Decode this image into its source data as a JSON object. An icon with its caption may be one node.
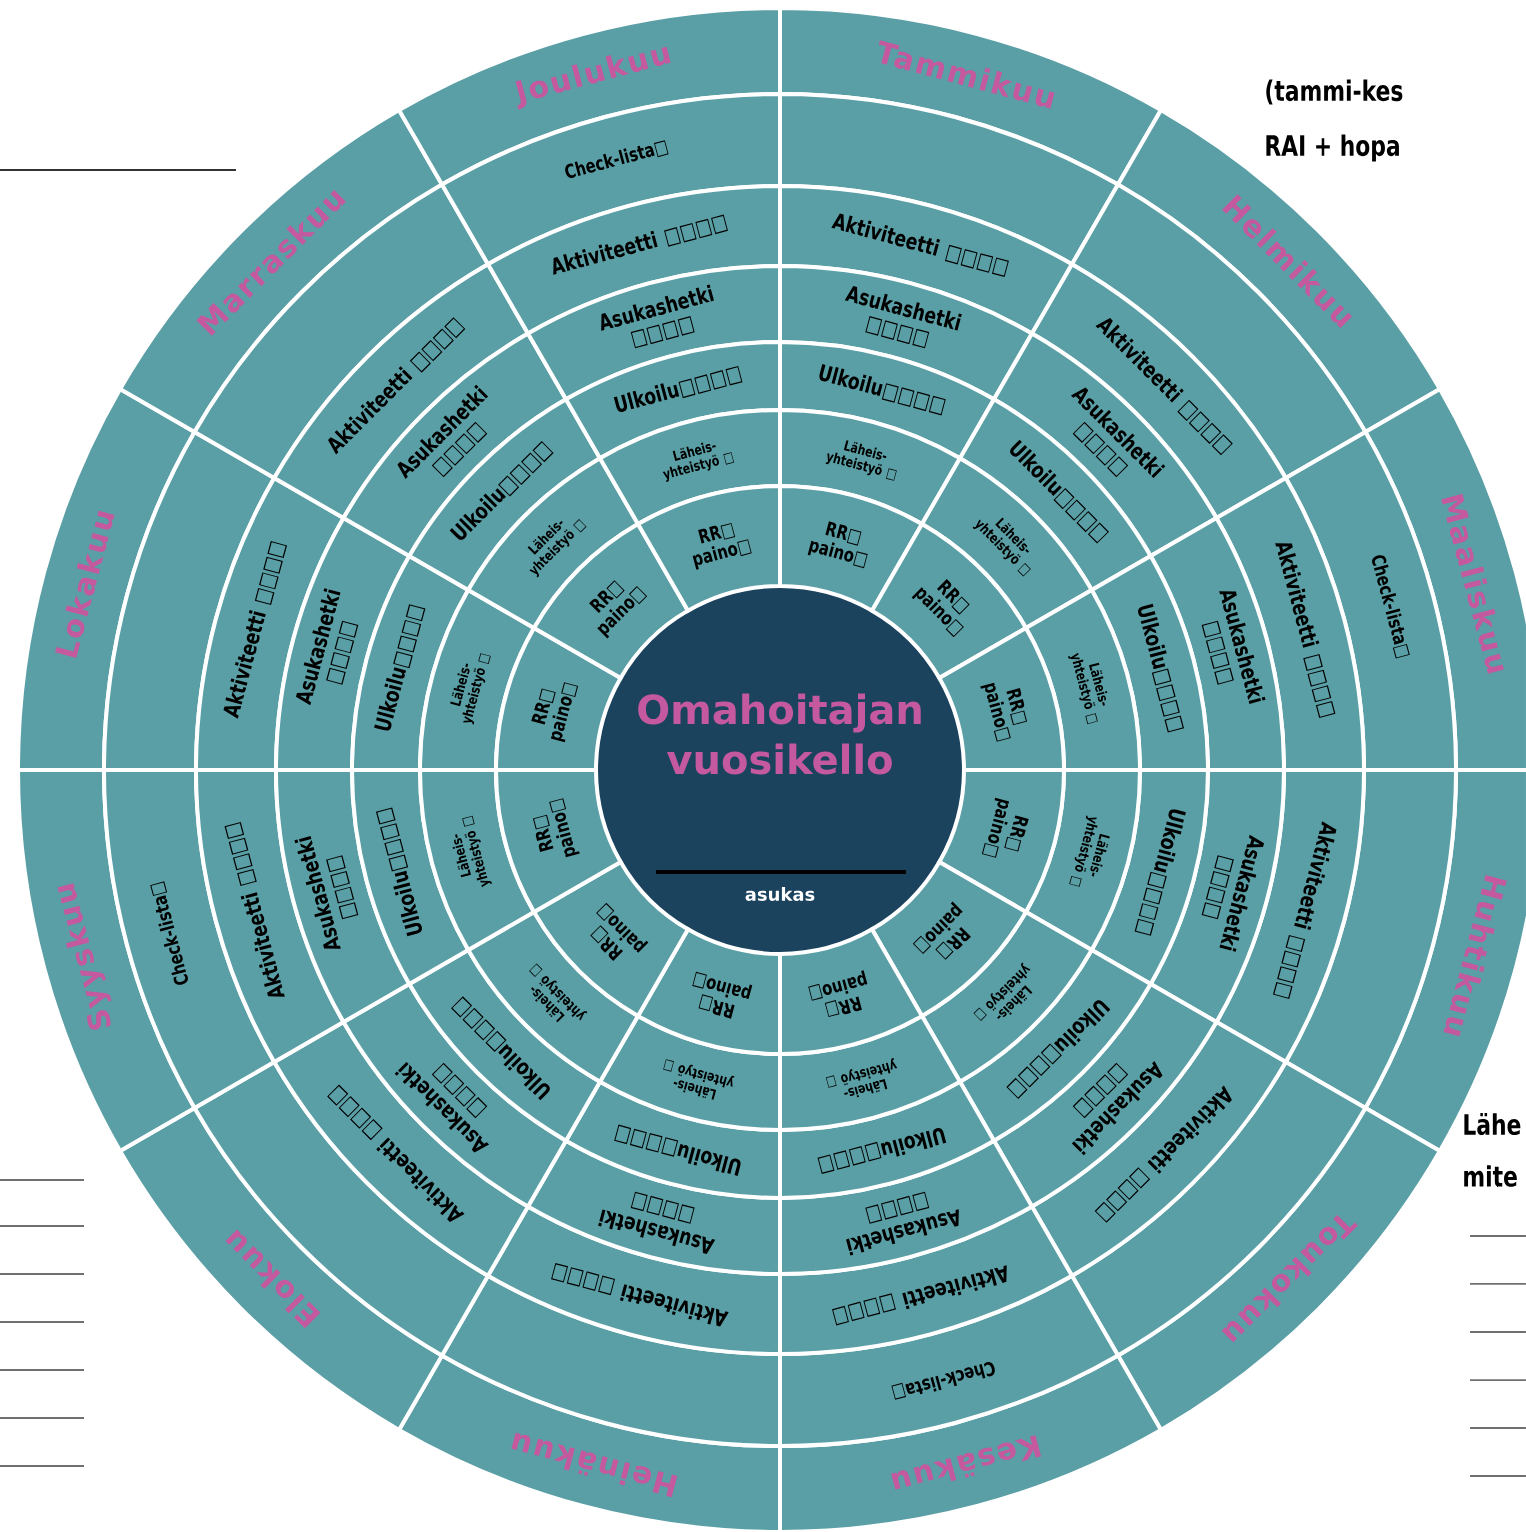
{
  "diagram": {
    "nodes": [
      {
        "text": [
          "Omahoitajan vuosikello",
          "asukas"
        ]
      },
      {
        "text": [
          "Tammikuu"
        ]
      },
      {
        "text": [],
        "shape": "box"
      },
      {
        "text": [
          "Aktiviteetti □□□□"
        ]
      },
      {
        "text": [
          "Asukashetki □□□□"
        ]
      },
      {
        "text": [
          "Ulkoilu□□□□"
        ]
      },
      {
        "text": [
          "Läheis- yhteistyö □"
        ]
      },
      {
        "text": [
          "RR□ paino□"
        ]
      },
      {
        "text": [
          "Helmikuu"
        ]
      },
      {
        "text": [],
        "shape": "box"
      },
      {
        "text": [
          "Aktiviteetti □□□□"
        ]
      },
      {
        "text": [
          "Asukashetki □□□□"
        ]
      },
      {
        "text": [
          "Ulkoilu□□□□"
        ]
      },
      {
        "text": [
          "Läheis- yhteistyö □"
        ]
      },
      {
        "text": [
          "RR□ paino□"
        ]
      },
      {
        "text": [
          "Maaliskuu"
        ]
      },
      {
        "text": [
          "Check-lista□"
        ]
      },
      {
        "text": [
          "Aktiviteetti □□□□"
        ]
      },
      {
        "text": [
          "Asukashetki □□□□"
        ]
      },
      {
        "text": [
          "Ulkoilu□□□□"
        ]
      },
      {
        "text": [
          "Läheis- yhteistyö □"
        ]
      },
      {
        "text": [
          "RR□ paino□"
        ]
      },
      {
        "text": [
          "Huhtikuu"
        ]
      },
      {
        "text": [],
        "shape": "box"
      },
      {
        "text": [
          "Aktiviteetti □□□□"
        ]
      },
      {
        "text": [
          "Asukashetki □□□□"
        ]
      },
      {
        "text": [
          "Ulkoilu□□□□"
        ]
      },
      {
        "text": [
          "Läheis- yhteistyö □"
        ]
      },
      {
        "text": [
          "RR□ paino□"
        ]
      },
      {
        "text": [
          "Toukokuu"
        ]
      },
      {
        "text": [],
        "shape": "box"
      },
      {
        "text": [
          "Aktiviteetti □□□□"
        ]
      },
      {
        "text": [
          "Asukashetki □□□□"
        ]
      },
      {
        "text": [
          "Ulkoilu□□□□"
        ]
      },
      {
        "text": [
          "Läheis- yhteistyö □"
        ]
      },
      {
        "text": [
          "RR□ paino□"
        ]
      },
      {
        "text": [
          "Kesäkuu"
        ]
      },
      {
        "text": [
          "Check-lista□"
        ]
      },
      {
        "text": [
          "Aktiviteetti □□□□"
        ]
      },
      {
        "text": [
          "Asukashetki □□□□"
        ]
      },
      {
        "text": [
          "Ulkoilu□□□□"
        ]
      },
      {
        "text": [
          "Läheis- yhteistyö □"
        ]
      },
      {
        "text": [
          "RR□ paino□"
        ]
      },
      {
        "text": [
          "Heinäkuu"
        ]
      },
      {
        "text": [],
        "shape": "box"
      },
      {
        "text": [
          "Aktiviteetti □□□□"
        ]
      },
      {
        "text": [
          "Asukashetki □□□□"
        ]
      },
      {
        "text": [
          "Ulkoilu□□□□"
        ]
      },
      {
        "text": [
          "Läheis- yhteistyö □"
        ]
      },
      {
        "text": [
          "RR□ paino□"
        ]
      },
      {
        "text": [
          "Elokuu"
        ]
      },
      {
        "text": [],
        "shape": "box"
      },
      {
        "text": [
          "Aktiviteetti □□□□"
        ]
      },
      {
        "text": [
          "Asukashetki □□□□"
        ]
      },
      {
        "text": [
          "Ulkoilu□□□□"
        ]
      },
      {
        "text": [
          "Läheis- yhteistyö □"
        ]
      },
      {
        "text": [
          "RR□ paino□"
        ]
      },
      {
        "text": [
          "Syyskuu"
        ]
      },
      {
        "text": [
          "Check-lista□"
        ]
      },
      {
        "text": [
          "Aktiviteetti □□□□"
        ]
      },
      {
        "text": [
          "Asukashetki □□□□"
        ]
      },
      {
        "text": [
          "Ulkoilu□□□□"
        ]
      },
      {
        "text": [
          "Läheis- yhteistyö □"
        ]
      },
      {
        "text": [
          "RR□ paino□"
        ]
      },
      {
        "text": [
          "Lokakuu"
        ]
      },
      {
        "text": [],
        "shape": "box"
      },
      {
        "text": [
          "Aktiviteetti □□□□"
        ]
      },
      {
        "text": [
          "Asukashetki □□□□"
        ]
      },
      {
        "text": [
          "Ulkoilu□□□□"
        ]
      },
      {
        "text": [
          "Läheis- yhteistyö □"
        ]
      },
      {
        "text": [
          "RR□ paino□"
        ]
      },
      {
        "text": [
          "Marraskuu"
        ]
      },
      {
        "text": [],
        "shape": "box"
      },
      {
        "text": [
          "Aktiviteetti □□□□"
        ]
      },
      {
        "text": [
          "Asukashetki □□□□"
        ]
      },
      {
        "text": [
          "Ulkoilu□□□□"
        ]
      },
      {
        "text": [
          "Läheis- yhteistyö □"
        ]
      },
      {
        "text": [
          "RR□ paino□"
        ]
      },
      {
        "text": [
          "Joulukuu"
        ]
      },
      {
        "text": [
          "Check-lista□"
        ]
      },
      {
        "text": [
          "Aktiviteetti □□□□"
        ]
      },
      {
        "text": [
          "Asukashetki □□□□"
        ]
      },
      {
        "text": [
          "Ulkoilu□□□□"
        ]
      },
      {
        "text": [
          "Läheis- yhteistyö □"
        ]
      },
      {
        "text": [
          "RR□ paino□"
        ]
      }
    ],
    "labels": [
      "(tammi-kes",
      "RAI + hopa",
      "Lähe",
      "mite"
    ]
  }
}
